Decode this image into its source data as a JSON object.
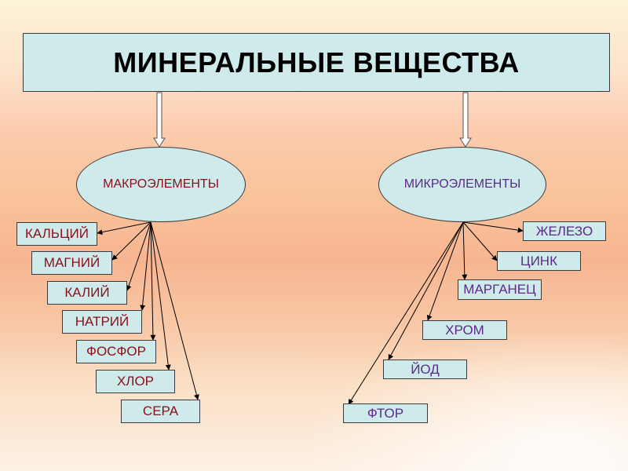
{
  "title": "МИНЕРАЛЬНЫЕ ВЕЩЕСТВА",
  "macro": {
    "label": "МАКРОЭЛЕМЕНТЫ",
    "items": [
      "КАЛЬЦИЙ",
      "МАГНИЙ",
      "КАЛИЙ",
      "НАТРИЙ",
      "ФОСФОР",
      "ХЛОР",
      "СЕРА"
    ]
  },
  "micro": {
    "label": "МИКРОЭЛЕМЕНТЫ",
    "items": [
      "ЖЕЛЕЗО",
      "ЦИНК",
      "МАРГАНЕЦ",
      "ХРОМ",
      "ЙОД",
      "ФТОР"
    ]
  },
  "colors": {
    "box_fill": "#cfeaea",
    "macro_text": "#8b0f1a",
    "micro_text": "#5a2b8a",
    "line": "#000000"
  }
}
